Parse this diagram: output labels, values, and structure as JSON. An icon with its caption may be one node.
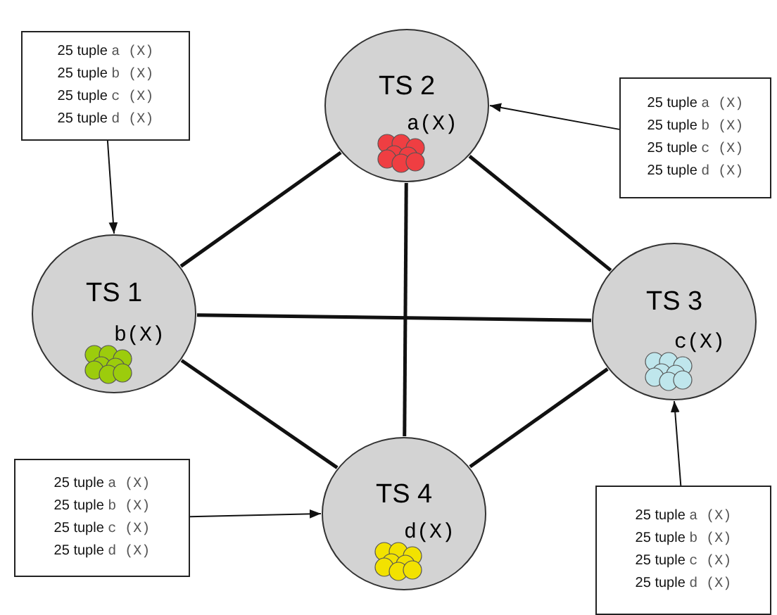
{
  "diagram": {
    "nodes": [
      {
        "text": [
          "25 tuple a (X)",
          "25 tuple b (X)",
          "25 tuple c (X)",
          "25 tuple d (X)"
        ]
      },
      {
        "text": [
          "TS 2",
          "a(X)"
        ]
      },
      {
        "text": [
          "25 tuple a (X)",
          "25 tuple b (X)",
          "25 tuple c (X)",
          "25 tuple d (X)"
        ]
      },
      {
        "text": [
          "TS 1",
          "b(X)"
        ]
      },
      {
        "text": [
          "TS 3",
          "c(X)"
        ]
      },
      {
        "text": [
          "25 tuple a (X)",
          "25 tuple b (X)",
          "25 tuple c (X)",
          "25 tuple d (X)"
        ]
      },
      {
        "text": [
          "TS 4",
          "d(X)"
        ]
      },
      {
        "text": [
          "25 tuple a (X)",
          "25 tuple b (X)",
          "25 tuple c (X)",
          "25 tuple d (X)"
        ]
      }
    ],
    "edges": [
      {
        "from": 0,
        "to": 3,
        "arrow": "to"
      },
      {
        "from": 2,
        "to": 1,
        "arrow": "to"
      },
      {
        "from": 5,
        "to": 6,
        "arrow": "to"
      },
      {
        "from": 7,
        "to": 4,
        "arrow": "to"
      },
      {
        "from": 3,
        "to": 1,
        "arrow": "none"
      },
      {
        "from": 1,
        "to": 4,
        "arrow": "none"
      },
      {
        "from": 3,
        "to": 4,
        "arrow": "none"
      },
      {
        "from": 1,
        "to": 6,
        "arrow": "none"
      },
      {
        "from": 3,
        "to": 6,
        "arrow": "none"
      },
      {
        "from": 4,
        "to": 6,
        "arrow": "none"
      }
    ]
  }
}
